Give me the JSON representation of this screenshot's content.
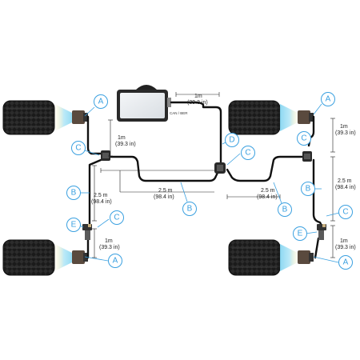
{
  "diagram": {
    "connector_label": "CAN / BER",
    "dimensions": {
      "top_left_len": "1m",
      "top_left_in": "(39.3 in)",
      "top_center_len": "1m",
      "top_center_in": "(39.3 in)",
      "top_right_len": "1m",
      "top_right_in": "(39.3 in)",
      "left_long_len": "2.5 m",
      "left_long_in": "(98.4 in)",
      "center_left_len": "2.5 m",
      "center_left_in": "(98.4 in)",
      "center_right_len": "2.5 m",
      "center_right_in": "(98.4 in)",
      "right_long_len": "2.5 m",
      "right_long_in": "(98.4 in)",
      "bottom_left_len": "1m",
      "bottom_left_in": "(39.3 in)",
      "bottom_right_len": "1m",
      "bottom_right_in": "(39.3 in)"
    },
    "callouts": {
      "a_top_left": "A",
      "a_top_right": "A",
      "a_bottom_left": "A",
      "a_bottom_right": "A",
      "b_left": "B",
      "b_center": "B",
      "b_center_right": "B",
      "b_right": "B",
      "c_top_left": "C",
      "c_center": "C",
      "c_top_right": "C",
      "c_bottom_left": "C",
      "c_bottom_right": "C",
      "d_center": "D",
      "e_left": "E",
      "e_right": "E"
    },
    "colors": {
      "cable": "#111111",
      "callout": "#3aa0e0",
      "tire": "#1a1a1a",
      "beam": "#7fd3f0"
    }
  }
}
